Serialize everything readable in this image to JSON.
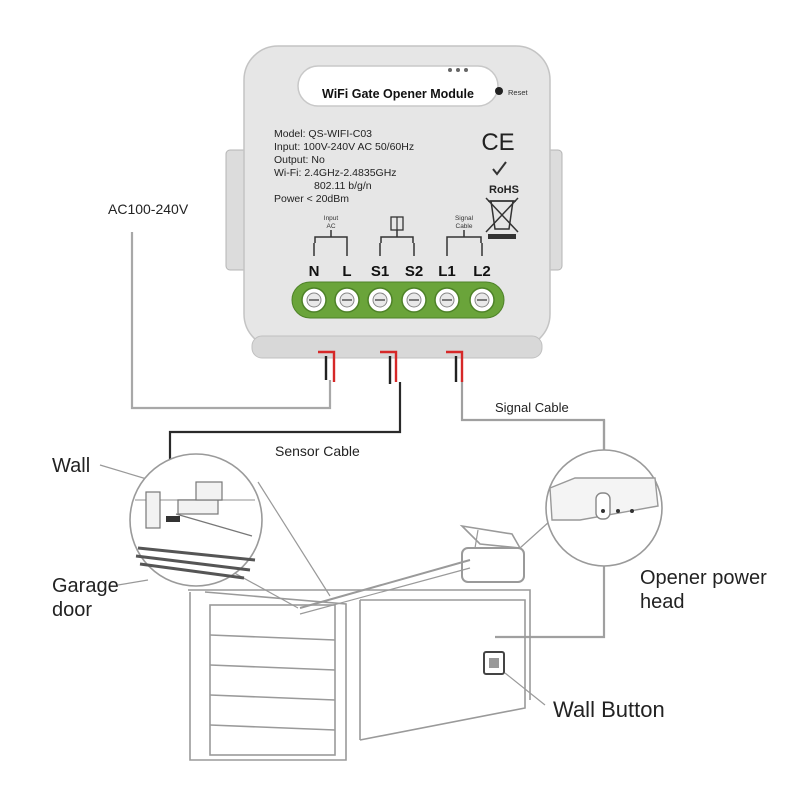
{
  "module": {
    "title": "WiFi Gate Opener Module",
    "reset_label": "Reset",
    "specs": [
      "Model: QS-WIFI-C03",
      "Input: 100V-240V AC 50/60Hz",
      "Output: No",
      "Wi-Fi: 2.4GHz-2.4835GHz",
      "802.11 b/g/n",
      "Power < 20dBm"
    ],
    "cert_ce": "CE",
    "cert_rohs": "RoHS",
    "group_labels": {
      "input": [
        "Input",
        "AC"
      ],
      "signal": [
        "Signal",
        "Cable"
      ]
    },
    "terminals": [
      "N",
      "L",
      "S1",
      "S2",
      "L1",
      "L2"
    ]
  },
  "labels": {
    "ac": "AC100-240V",
    "sensor_cable": "Sensor Cable",
    "signal_cable": "Signal Cable",
    "wall": "Wall",
    "garage_door_line1": "Garage",
    "garage_door_line2": "door",
    "opener_line1": "Opener power",
    "opener_line2": "head",
    "wall_button": "Wall Button"
  },
  "colors": {
    "module_body": "#e6e6e6",
    "terminal_green": "#6aa43a",
    "wire_red": "#d62828",
    "wire_dark": "#222222",
    "wire_gray": "#9a9a9a"
  }
}
